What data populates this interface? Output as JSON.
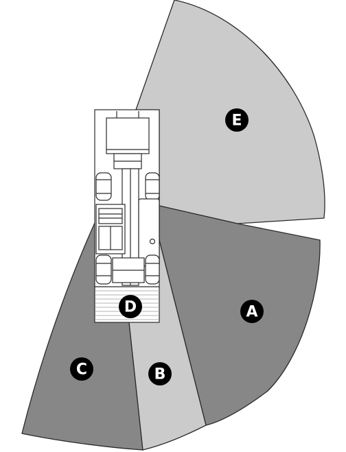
{
  "zones": {
    "a": {
      "label": "A"
    },
    "b": {
      "label": "B"
    },
    "c": {
      "label": "C"
    },
    "d": {
      "label": "D"
    },
    "e": {
      "label": "E"
    }
  },
  "colors": {
    "zone_dark": "#878787",
    "zone_light": "#cbcbcb",
    "outline": "#2a2a2a",
    "machine": "#ffffff",
    "badge": "#000000"
  }
}
